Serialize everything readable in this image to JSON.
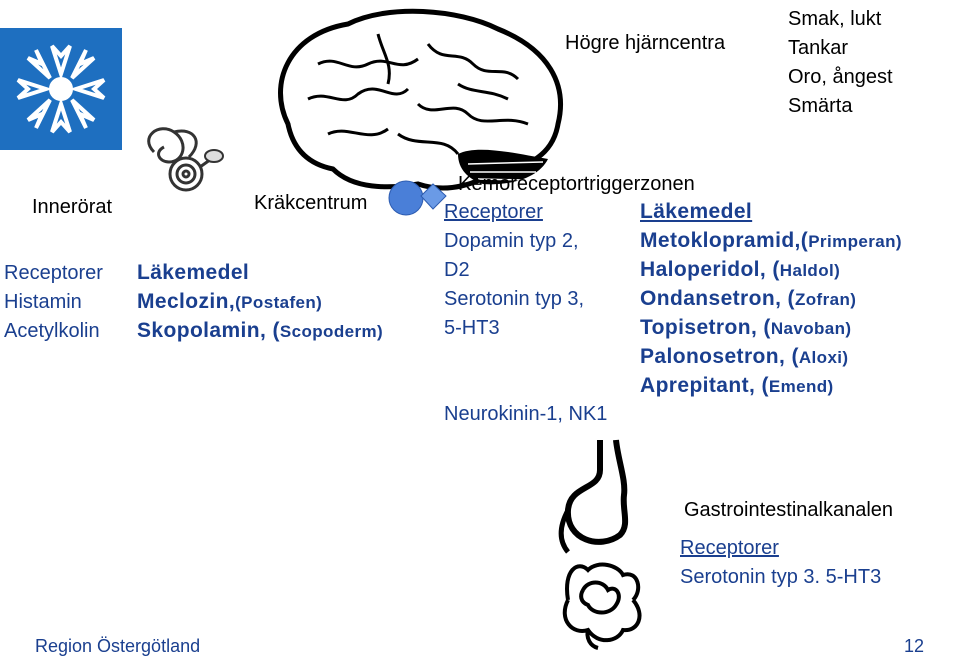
{
  "brain_region": {
    "label": "Högre hjärncentra",
    "items": [
      "Smak, lukt",
      "Tankar",
      "Oro, ångest",
      "Smärta"
    ]
  },
  "inner_ear": {
    "title": "Innerörat",
    "receptor_header": "Receptorer",
    "drug_header": "Läkemedel",
    "receptors": [
      "Histamin",
      "Acetylkolin"
    ],
    "drugs": [
      {
        "name": "Meclozin,",
        "brand": "(Postafen)"
      },
      {
        "name": "Skopolamin, (",
        "brand": "Scopoderm)"
      }
    ]
  },
  "vomiting_center": {
    "label": "Kräkcentrum"
  },
  "ctz": {
    "title": "Kemoreceptortriggerzonen",
    "receptor_header": "Receptorer",
    "drug_header": "Läkemedel",
    "receptors": [
      "Dopamin typ 2,",
      "D2",
      "Serotonin typ 3,",
      "5-HT3",
      "Neurokinin-1, NK1"
    ],
    "drugs": [
      {
        "name": "Metoklopramid,(",
        "brand": "Primperan)"
      },
      {
        "name": "Haloperidol, (",
        "brand": "Haldol)"
      },
      {
        "name": "Ondansetron, (",
        "brand": "Zofran)"
      },
      {
        "name": "Topisetron, (",
        "brand": "Navoban)"
      },
      {
        "name": "Palonosetron, (",
        "brand": "Aloxi)"
      },
      {
        "name": "Aprepitant, (",
        "brand": "Emend)"
      }
    ]
  },
  "gi": {
    "title": "Gastrointestinalkanalen",
    "receptor_header": "Receptorer",
    "receptor": "Serotonin typ 3. 5-HT3"
  },
  "footer": {
    "org": "Region Östergötland",
    "page": "12"
  },
  "colors": {
    "brand_blue": "#1e6fc0",
    "text_blue": "#1a3f8f",
    "node_blue": "#5b8fe0"
  }
}
